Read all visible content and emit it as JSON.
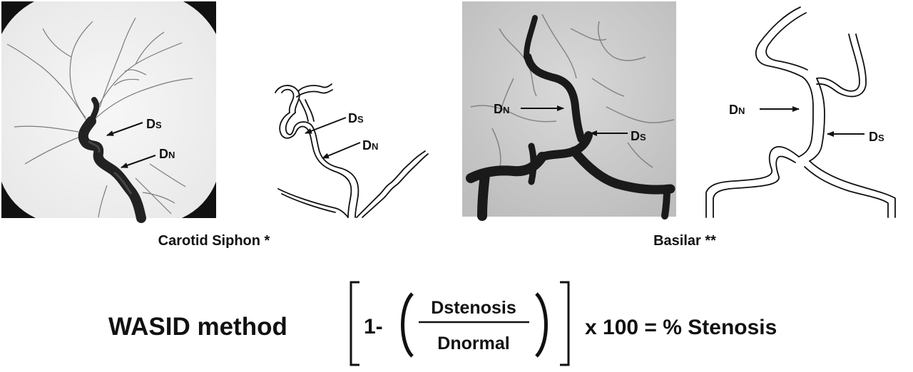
{
  "panels": {
    "carotid": {
      "caption": "Carotid Siphon *",
      "angio_labels": {
        "ds_main": "D",
        "ds_sub": "S",
        "dn_main": "D",
        "dn_sub": "N"
      },
      "drawing_labels": {
        "ds_main": "D",
        "ds_sub": "S",
        "dn_main": "D",
        "dn_sub": "N"
      }
    },
    "basilar": {
      "caption": "Basilar **",
      "angio_labels": {
        "dn_main": "D",
        "dn_sub": "N",
        "ds_main": "D",
        "ds_sub": "S"
      },
      "drawing_labels": {
        "dn_main": "D",
        "dn_sub": "N",
        "ds_main": "D",
        "ds_sub": "S"
      }
    }
  },
  "formula": {
    "method_label": "WASID method",
    "one_minus": "1-",
    "numerator": "Dstenosis",
    "denominator": "Dnormal",
    "result": "x 100 = % Stenosis"
  }
}
